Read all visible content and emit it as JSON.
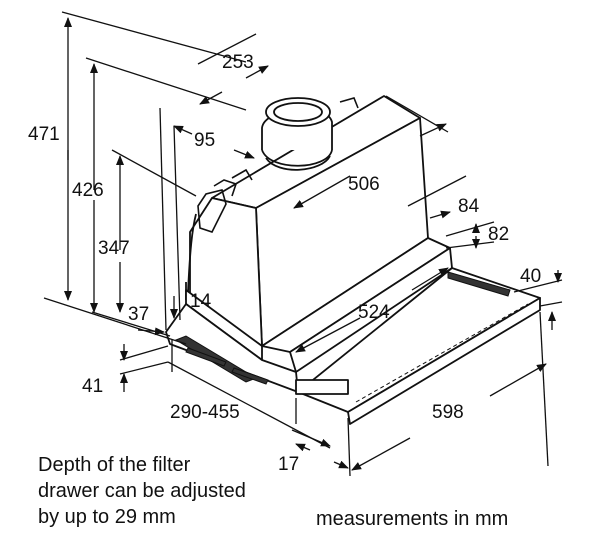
{
  "dimensions": {
    "d471": "471",
    "d426": "426",
    "d347": "347",
    "d37": "37",
    "d14": "14",
    "d41": "41",
    "d253": "253",
    "d95": "95",
    "d506": "506",
    "d84": "84",
    "d82": "82",
    "d40": "40",
    "d524": "524",
    "d290_455": "290-455",
    "d598": "598",
    "d17": "17"
  },
  "notes": {
    "line1": "Depth of the filter",
    "line2": "drawer can be adjusted",
    "line3": "by up to 29 mm",
    "units": "measurements in mm"
  }
}
